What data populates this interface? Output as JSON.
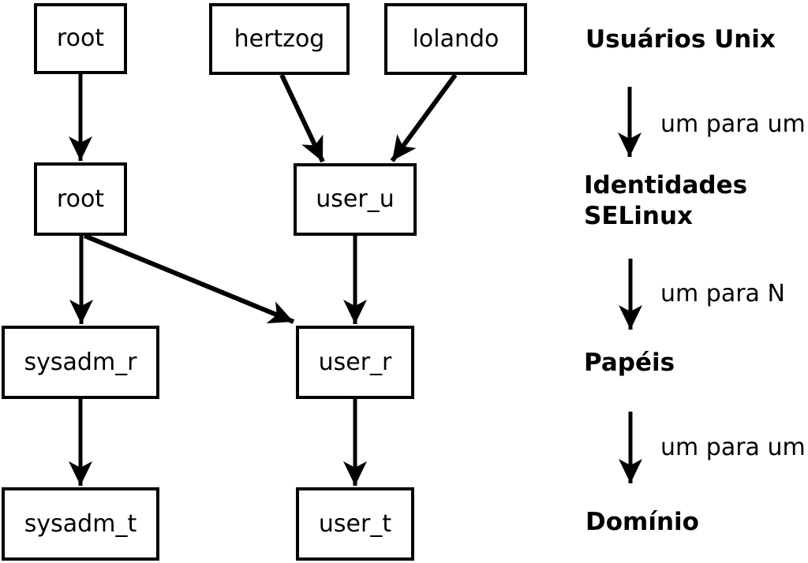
{
  "diagram": {
    "nodes": {
      "root_unix": "root",
      "hertzog": "hertzog",
      "lolando": "lolando",
      "root_selinux": "root",
      "user_u": "user_u",
      "sysadm_r": "sysadm_r",
      "user_r": "user_r",
      "sysadm_t": "sysadm_t",
      "user_t": "user_t"
    },
    "edges": [
      {
        "from": "root_unix",
        "to": "root_selinux"
      },
      {
        "from": "hertzog",
        "to": "user_u"
      },
      {
        "from": "lolando",
        "to": "user_u"
      },
      {
        "from": "root_selinux",
        "to": "sysadm_r"
      },
      {
        "from": "root_selinux",
        "to": "user_r"
      },
      {
        "from": "user_u",
        "to": "user_r"
      },
      {
        "from": "sysadm_r",
        "to": "sysadm_t"
      },
      {
        "from": "user_r",
        "to": "user_t"
      }
    ]
  },
  "legend": {
    "users_unix": "Usuários Unix",
    "one_to_one_a": "um para um",
    "identities_selinux": "Identidades\nSELinux",
    "one_to_n": "um para N",
    "roles": "Papéis",
    "one_to_one_b": "um para um",
    "domain": "Domínio"
  },
  "colors": {
    "foreground": "#000000",
    "background": "#ffffff"
  }
}
